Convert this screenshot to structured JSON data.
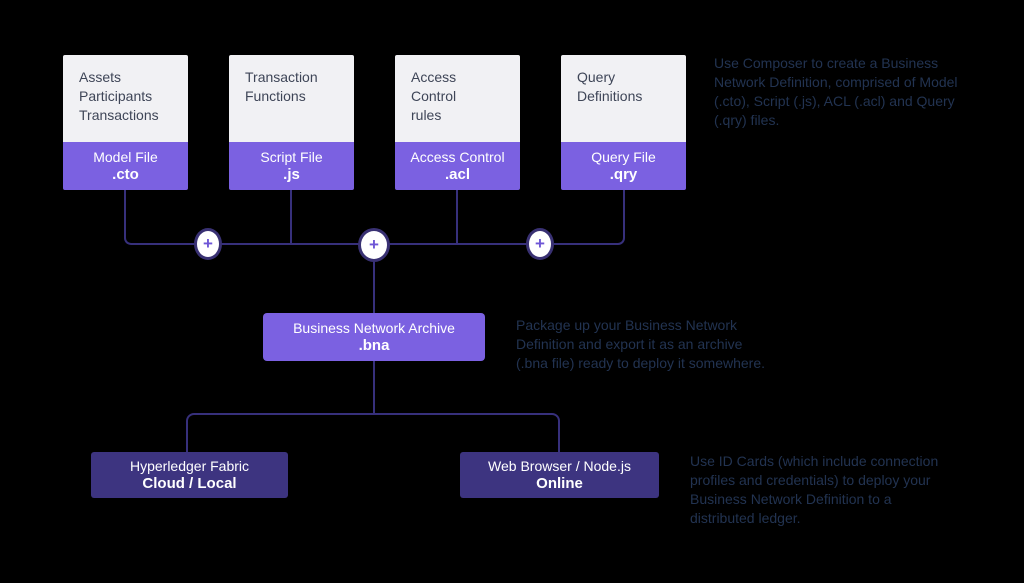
{
  "title": "Business Network Definition diagram",
  "colors": {
    "background": "#000000",
    "card_top_bg": "#f1f1f4",
    "card_top_text": "#3e4557",
    "purple_accent": "#7b61e1",
    "dark_purple": "#3d3480",
    "connector_line": "#37307c",
    "plus_node_border": "#393173",
    "plus_sign": "#6e56d6",
    "annotation_text": "#223351",
    "card_label_text": "#ffffff"
  },
  "plus_symbol": "+",
  "source_cards": [
    {
      "contents": "Assets\nParticipants\nTransactions",
      "file_label": "Model File",
      "file_ext": ".cto"
    },
    {
      "contents": "Transaction\nFunctions",
      "file_label": "Script File",
      "file_ext": ".js"
    },
    {
      "contents": "Access\nControl\nrules",
      "file_label": "Access Control",
      "file_ext": ".acl"
    },
    {
      "contents": "Query\nDefinitions",
      "file_label": "Query File",
      "file_ext": ".qry"
    }
  ],
  "archive_card": {
    "label": "Business Network Archive",
    "file_ext": ".bna"
  },
  "deploy_cards": [
    {
      "label": "Hyperledger Fabric",
      "mode": "Cloud / Local"
    },
    {
      "label": "Web Browser / Node.js",
      "mode": "Online"
    }
  ],
  "annotations": [
    "Use Composer to create a Business\nNetwork Definition, comprised of Model\n(.cto), Script (.js), ACL (.acl) and Query\n(.qry) files.",
    "Package up your Business Network\nDefinition and export it as an archive\n(.bna file) ready to deploy it somewhere.",
    "Use ID Cards (which include connection\nprofiles and credentials) to deploy your\nBusiness Network Definition to a\ndistributed ledger."
  ]
}
